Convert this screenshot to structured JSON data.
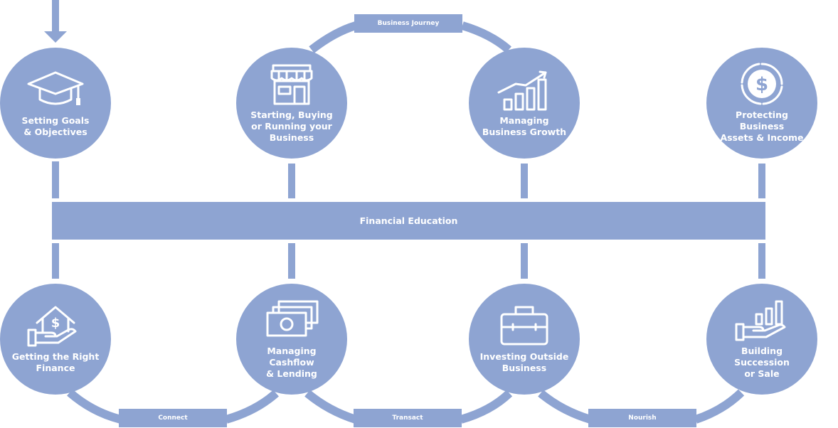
{
  "colors": {
    "accent": "#8ea4d2",
    "text_on_accent": "#ffffff"
  },
  "top_nodes": [
    {
      "label": "Setting Goals\n& Objectives",
      "icon": "graduation-cap-icon"
    },
    {
      "label": "Starting, Buying\nor Running your\nBusiness",
      "icon": "storefront-icon"
    },
    {
      "label": "Managing\nBusiness Growth",
      "icon": "growth-chart-icon"
    },
    {
      "label": "Protecting Business\nAssets & Income",
      "icon": "dollar-shield-icon"
    }
  ],
  "bottom_nodes": [
    {
      "label": "Getting the Right\nFinance",
      "icon": "house-dollar-hand-icon"
    },
    {
      "label": "Managing Cashflow\n& Lending",
      "icon": "cash-stack-icon"
    },
    {
      "label": "Investing Outside\nBusiness",
      "icon": "briefcase-icon"
    },
    {
      "label": "Building\nSuccession\nor Sale",
      "icon": "hand-bar-chart-icon"
    }
  ],
  "center_bar": {
    "label": "Financial Education"
  },
  "tags": {
    "top": "Business Journey",
    "connect": "Connect",
    "transact": "Transact",
    "nourish": "Nourish"
  }
}
